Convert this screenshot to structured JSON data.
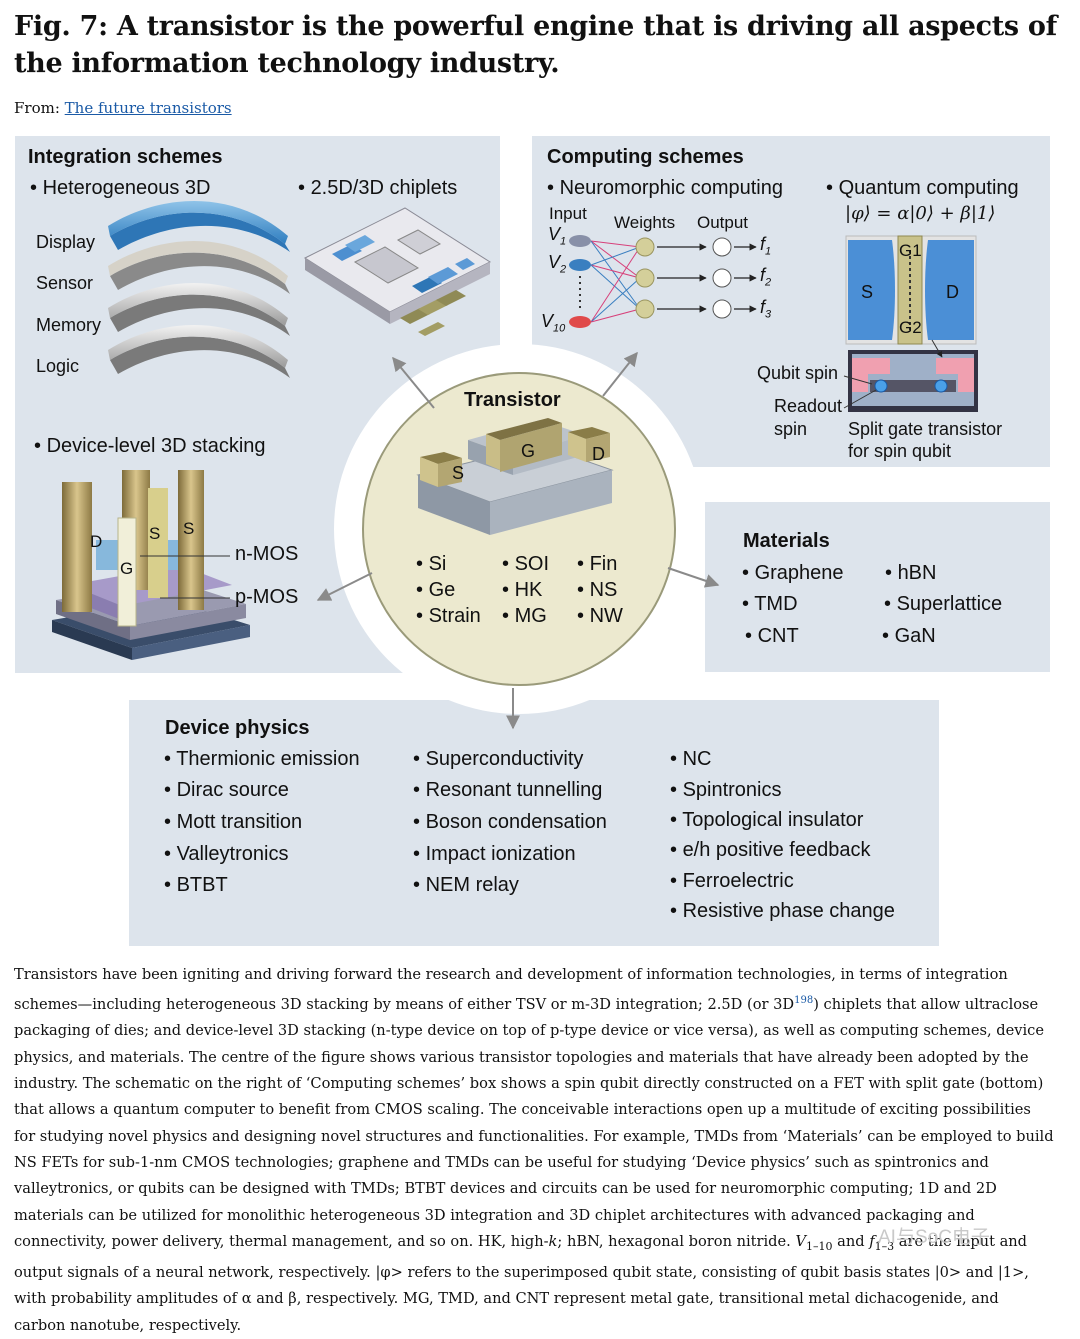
{
  "figure": {
    "title": "Fig. 7: A transistor is the powerful engine that is driving all aspects of the information technology industry.",
    "from_label": "From:",
    "from_link": "The future transistors"
  },
  "integration": {
    "title": "Integration schemes",
    "bullet_het3d": "Heterogeneous 3D",
    "bullet_chiplets": "2.5D/3D chiplets",
    "layers": [
      "Display",
      "Sensor",
      "Memory",
      "Logic"
    ],
    "bullet_device3d": "Device-level 3D stacking",
    "nmos": "n-MOS",
    "pmos": "p-MOS",
    "terminal_d": "D",
    "terminal_g": "G",
    "terminal_s1": "S",
    "terminal_s2": "S"
  },
  "computing": {
    "title": "Computing schemes",
    "bullet_neuro": "Neuromorphic computing",
    "bullet_quantum": "Quantum computing",
    "quantum_eq": "|φ⟩ = α|0⟩ + β|1⟩",
    "input": "Input",
    "weights": "Weights",
    "output": "Output",
    "v1": "V",
    "v1_sub": "1",
    "v2": "V",
    "v2_sub": "2",
    "v10": "V",
    "v10_sub": "10",
    "f1": "f",
    "f1_sub": "1",
    "f2": "f",
    "f2_sub": "2",
    "f3": "f",
    "f3_sub": "3",
    "g1": "G1",
    "g2": "G2",
    "s": "S",
    "d": "D",
    "qubit_spin": "Qubit spin",
    "readout_spin_1": "Readout",
    "readout_spin_2": "spin",
    "split_gate_1": "Split gate transistor",
    "split_gate_2": "for spin qubit"
  },
  "transistor": {
    "title": "Transistor",
    "s": "S",
    "g": "G",
    "d": "D",
    "col1": [
      "Si",
      "Ge",
      "Strain"
    ],
    "col2": [
      "SOI",
      "HK",
      "MG"
    ],
    "col3": [
      "Fin",
      "NS",
      "NW"
    ]
  },
  "materials": {
    "title": "Materials",
    "col1": [
      "Graphene",
      "TMD",
      "CNT"
    ],
    "col2": [
      "hBN",
      "Superlattice",
      "GaN"
    ]
  },
  "physics": {
    "title": "Device physics",
    "col1": [
      "Thermionic emission",
      "Dirac source",
      "Mott transition",
      "Valleytronics",
      "BTBT"
    ],
    "col2": [
      "Superconductivity",
      "Resonant tunnelling",
      "Boson condensation",
      "Impact ionization",
      "NEM relay"
    ],
    "col3": [
      "NC",
      "Spintronics",
      "Topological insulator",
      "e/h positive feedback",
      "Ferroelectric",
      "Resistive phase change"
    ]
  },
  "caption": {
    "p1": "Transistors have been igniting and driving forward the research and development of information technologies, in terms of integration schemes—including heterogeneous 3D stacking by means of either TSV or m-3D integration; 2.5D (or 3D",
    "ref": "198",
    "p2": ") chiplets that allow ultraclose packaging of dies; and device-level 3D stacking (n-type device on top of p-type device or vice versa), as well as computing schemes, device physics, and materials. The centre of the figure shows various transistor topologies and materials that have already been adopted by the industry. The schematic on the right of ‘Computing schemes’ box shows a spin qubit directly constructed on a FET with split gate (bottom) that allows a quantum computer to benefit from CMOS scaling. The conceivable interactions open up a multitude of exciting possibilities for studying novel physics and designing novel structures and functionalities. For example, TMDs from ‘Materials’ can be employed to build NS FETs for sub-1-nm CMOS technologies; graphene and TMDs can be useful for studying ‘Device physics’ such as spintronics and valleytronics, or qubits can be designed with TMDs; BTBT devices and circuits can be used for neuromorphic computing; 1D and 2D materials can be utilized for monolithic heterogeneous 3D integration and 3D chiplet architectures with advanced packaging and connectivity, power delivery, thermal management, and so on. HK, high-",
    "k": "k",
    "p3": "; hBN, hexagonal boron nitride. ",
    "v": "V",
    "v_sub": "1–10",
    "p4": " and ",
    "f": "f",
    "f_sub": "1–3",
    "p5": " are the input and output signals of a neural network, respectively. |φ> refers to the superimposed qubit state, consisting of qubit basis states |0> and |1>, with probability amplitudes of α and β, respectively. MG, TMD, and CNT represent metal gate, transitional metal dichacogenide, and carbon nanotube, respectively."
  },
  "watermark": "AI与SoC电子"
}
